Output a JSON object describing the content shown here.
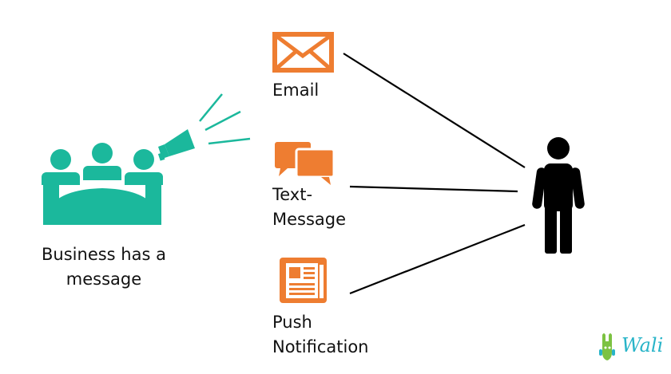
{
  "diagram": {
    "source_label_line1": "Business has a",
    "source_label_line2": "message",
    "channels": [
      {
        "label_line1": "Email",
        "label_line2": ""
      },
      {
        "label_line1": "Text-",
        "label_line2": "Message"
      },
      {
        "label_line1": "Push",
        "label_line2": "Notification"
      }
    ]
  },
  "brand": {
    "name": "Wali"
  },
  "colors": {
    "teal": "#1bb89c",
    "orange": "#ee7d31",
    "ink": "#000000",
    "brand": "#28b4c8"
  },
  "icons": [
    "team-icon",
    "megaphone-icon",
    "email-icon",
    "chat-bubbles-icon",
    "newspaper-icon",
    "person-icon",
    "wali-logo-icon"
  ]
}
